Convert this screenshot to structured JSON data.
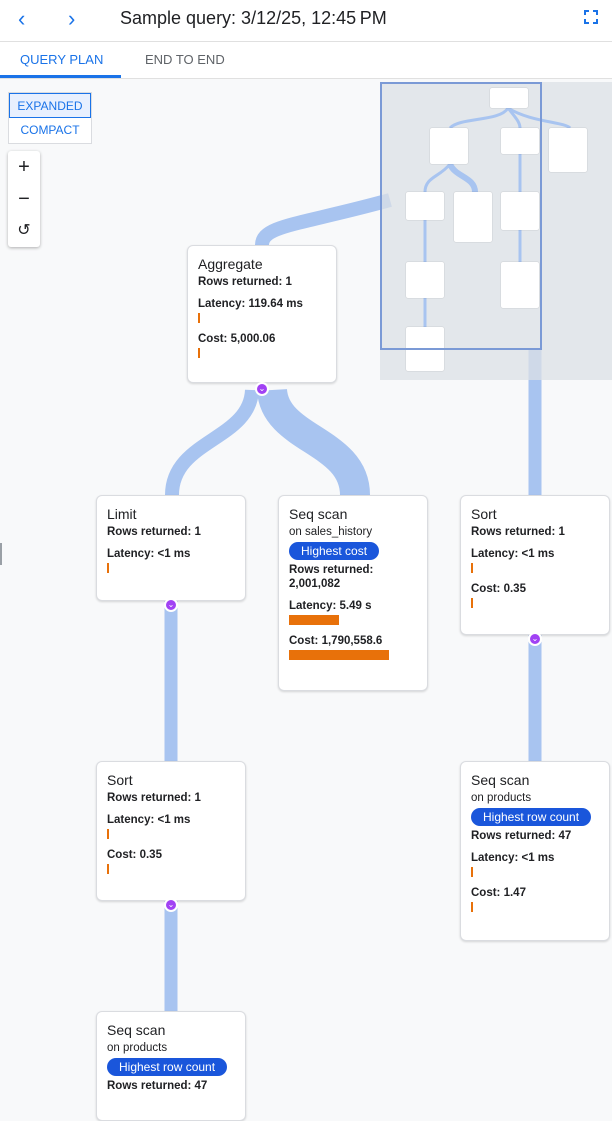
{
  "header": {
    "title": "Sample query: 3/12/25, 12:45 PM",
    "back_icon": "chevron-left-icon",
    "forward_icon": "chevron-right-icon",
    "fullscreen_icon": "fullscreen-icon"
  },
  "tabs": [
    {
      "label": "QUERY PLAN",
      "active": true
    },
    {
      "label": "END TO END",
      "active": false
    }
  ],
  "view_mode": {
    "options": [
      "EXPANDED",
      "COMPACT"
    ],
    "selected": "EXPANDED"
  },
  "zoom_controls": {
    "zoom_in": "+",
    "zoom_out": "−",
    "reset": "↺"
  },
  "colors": {
    "accent": "#1a73e8",
    "badge": "#1a56db",
    "bar": "#e8710a",
    "edge": "#a8c4f0",
    "expand": "#a142f4"
  },
  "nodes": {
    "aggregate": {
      "title": "Aggregate",
      "rows": "Rows returned: 1",
      "latency": "Latency: 119.64 ms",
      "cost": "Cost: 5,000.06"
    },
    "limit": {
      "title": "Limit",
      "rows": "Rows returned: 1",
      "latency": "Latency: <1 ms"
    },
    "seq_sales": {
      "title": "Seq scan",
      "on": "on sales_history",
      "badge": "Highest cost",
      "rows_label": "Rows returned:",
      "rows_value": "2,001,082",
      "latency": "Latency: 5.49 s",
      "cost": "Cost: 1,790,558.6"
    },
    "sort_right": {
      "title": "Sort",
      "rows": "Rows returned: 1",
      "latency": "Latency: <1 ms",
      "cost": "Cost: 0.35"
    },
    "sort_left": {
      "title": "Sort",
      "rows": "Rows returned: 1",
      "latency": "Latency: <1 ms",
      "cost": "Cost: 0.35"
    },
    "seq_products_right": {
      "title": "Seq scan",
      "on": "on products",
      "badge": "Highest row count",
      "rows": "Rows returned: 47",
      "latency": "Latency: <1 ms",
      "cost": "Cost: 1.47"
    },
    "seq_products_bottom": {
      "title": "Seq scan",
      "on": "on products",
      "badge": "Highest row count",
      "rows": "Rows returned: 47"
    }
  }
}
